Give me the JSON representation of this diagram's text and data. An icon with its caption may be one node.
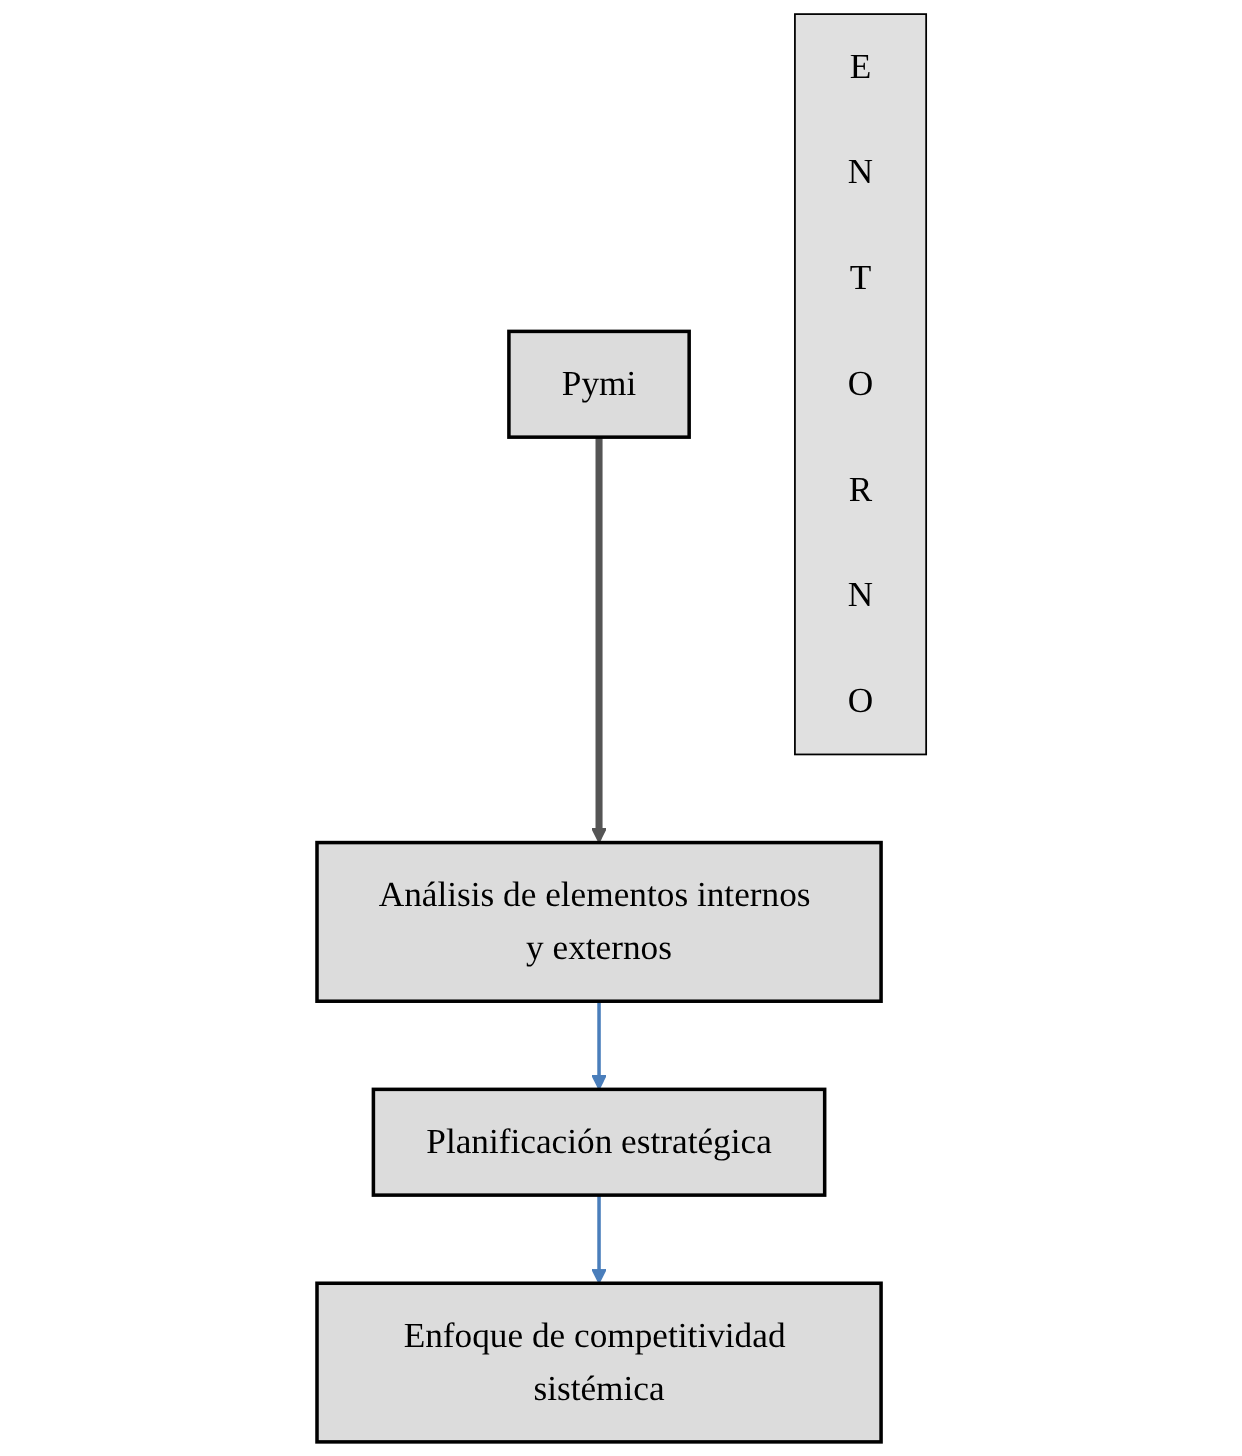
{
  "diagram": {
    "nodes": [
      {
        "text": [
          "Pymi"
        ]
      },
      {
        "text": [
          "Análisis de elementos internos y externos"
        ]
      },
      {
        "text": [
          "Planificación estratégica"
        ]
      },
      {
        "text": [
          "Enfoque de competitividad sistémica"
        ]
      },
      {
        "text": [
          "E N T O R N O"
        ]
      }
    ],
    "edges": [
      {
        "from": 0,
        "to": 1,
        "arrow": "to",
        "style": "thick",
        "color": "#555555"
      },
      {
        "from": 1,
        "to": 2,
        "arrow": "to",
        "color": "#4a7ebb"
      },
      {
        "from": 2,
        "to": 3,
        "arrow": "to",
        "color": "#4a7ebb"
      }
    ]
  }
}
